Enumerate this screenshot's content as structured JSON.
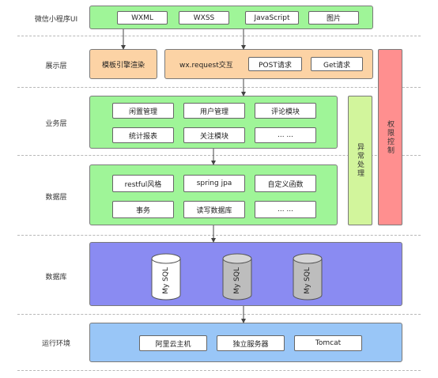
{
  "layers": {
    "miniprogram_ui": {
      "label": "微信小程序UI",
      "items": [
        "WXML",
        "WXSS",
        "JavaScript",
        "图片"
      ]
    },
    "presentation": {
      "label": "展示层",
      "template_render": "模板引擎渲染",
      "request_group": {
        "title": "wx.request交互",
        "items": [
          "POST请求",
          "Get请求"
        ]
      }
    },
    "business": {
      "label": "业务层",
      "items": [
        "闲置管理",
        "用户管理",
        "评论模块",
        "统计报表",
        "关注模块",
        "... ..."
      ]
    },
    "data": {
      "label": "数据层",
      "items": [
        "restful风格",
        "spring jpa",
        "自定义函数",
        "事务",
        "读写数据库",
        "... ..."
      ]
    },
    "database": {
      "label": "数据库",
      "cylinders": [
        {
          "name": "My SQL",
          "color": "#ffffff"
        },
        {
          "name": "My SQL",
          "color": "#bdbdbd"
        },
        {
          "name": "My SQL",
          "color": "#bdbdbd"
        }
      ]
    },
    "runtime": {
      "label": "运行环境",
      "items": [
        "阿里云主机",
        "独立服务器",
        "Tomcat"
      ]
    }
  },
  "side": {
    "exception_handling": "异常处理",
    "permission_control": "权限控制"
  },
  "colors": {
    "green": "#9ff598",
    "orange": "#fcd3a5",
    "purple": "#8a8bf2",
    "blue": "#99c6f7",
    "red": "#ff8f8f",
    "lime": "#d2f59c"
  }
}
